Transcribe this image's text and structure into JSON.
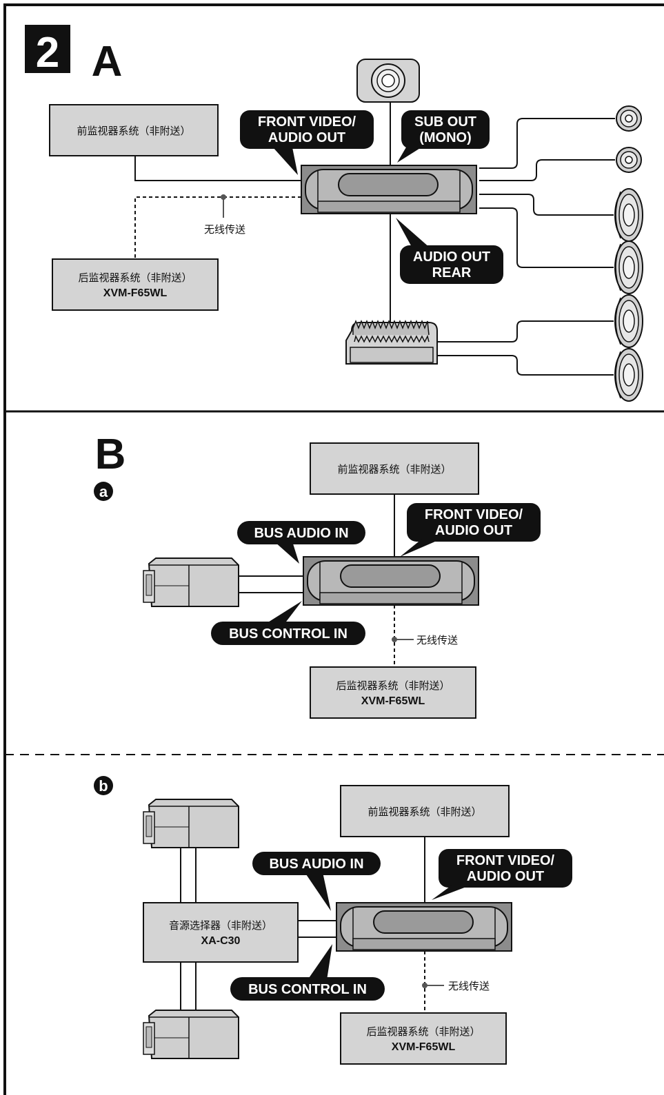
{
  "header": {
    "figure_number": "2"
  },
  "section_a": {
    "letter": "A",
    "front_monitor": "前监视器系统（非附送）",
    "rear_monitor_line1": "后监视器系统（非附送）",
    "rear_monitor_line2": "XVM-F65WL",
    "wireless": "无线传送",
    "tag_front_line1": "FRONT VIDEO/",
    "tag_front_line2": "AUDIO OUT",
    "tag_sub_line1": "SUB OUT",
    "tag_sub_line2": "(MONO)",
    "tag_rear_line1": "AUDIO OUT",
    "tag_rear_line2": "REAR"
  },
  "section_b": {
    "letter": "B",
    "sub_a": {
      "marker": "a",
      "front_monitor": "前监视器系统（非附送）",
      "tag_front_line1": "FRONT VIDEO/",
      "tag_front_line2": "AUDIO OUT",
      "tag_bus_audio": "BUS AUDIO IN",
      "tag_bus_control": "BUS CONTROL IN",
      "wireless": "无线传送",
      "rear_monitor_line1": "后监视器系统（非附送）",
      "rear_monitor_line2": "XVM-F65WL"
    },
    "sub_b": {
      "marker": "b",
      "front_monitor": "前监视器系统（非附送）",
      "tag_front_line1": "FRONT VIDEO/",
      "tag_front_line2": "AUDIO OUT",
      "tag_bus_audio": "BUS AUDIO IN",
      "tag_bus_control": "BUS CONTROL IN",
      "selector_line1": "音源选择器（非附送）",
      "selector_line2": "XA-C30",
      "wireless": "无线传送",
      "rear_monitor_line1": "后监视器系统（非附送）",
      "rear_monitor_line2": "XVM-F65WL"
    }
  },
  "colors": {
    "box_fill": "#d4d4d4",
    "unit_fill": "#8c8c8c",
    "tag_fill": "#111111"
  }
}
